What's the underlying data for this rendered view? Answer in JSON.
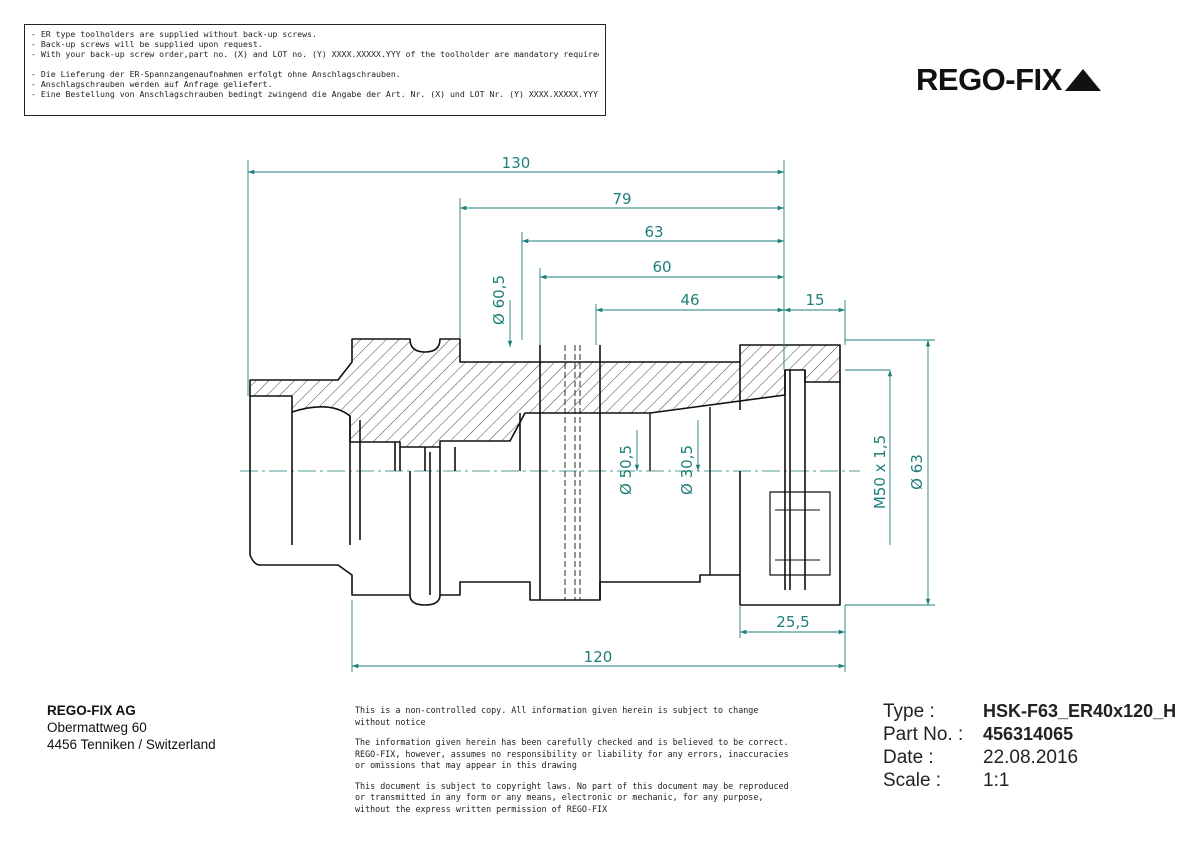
{
  "notes": {
    "en": [
      "- ER type toolholders are supplied without back-up screws.",
      "- Back-up screws will be supplied upon request.",
      "- With your back-up screw order,part no. (X) and LOT no. (Y) XXXX.XXXXX.YYY of the toolholder are mandatory required."
    ],
    "de": [
      "- Die Lieferung der ER-Spannzangenaufnahmen erfolgt ohne Anschlagschrauben.",
      "- Anschlagschrauben werden auf Anfrage geliefert.",
      "- Eine Bestellung von Anschlagschrauben bedingt zwingend die Angabe der  Art. Nr. (X) und LOT Nr. (Y) XXXX.XXXXX.YYY der Spannzangenaufnahme."
    ]
  },
  "logo": {
    "text": "REGO-FIX"
  },
  "dimensions": {
    "d130": "130",
    "d79": "79",
    "d63": "63",
    "d60": "60",
    "d46": "46",
    "d15": "15",
    "d25_5": "25,5",
    "d120": "120",
    "dia60_5": "Ø 60,5",
    "dia50_5": "Ø 50,5",
    "dia30_5": "Ø 30,5",
    "m50": "M50  x 1,5",
    "dia63": "Ø 63"
  },
  "company": {
    "name": "REGO-FIX AG",
    "street": "Obermattweg 60",
    "city": "4456 Tenniken / Switzerland"
  },
  "disclaimer": [
    "This is a non-controlled copy. All information given herein is subject to change without notice",
    "The information given herein has been carefully checked and is believed to be correct. REGO-FIX, however, assumes no responsibility or liability for any errors, inaccuracies or omissions that may appear in this drawing",
    "This document is subject to copyright laws. No part of this document may be reproduced or transmitted in any form or any means, electronic or mechanic, for any purpose, without the express written permission of REGO-FIX"
  ],
  "titleblock": {
    "type_label": "Type :",
    "type_value": "HSK-F63_ER40x120_H",
    "part_label": "Part No. :",
    "part_value": "456314065",
    "date_label": "Date :",
    "date_value": "22.08.2016",
    "scale_label": "Scale :",
    "scale_value": "1:1"
  },
  "colors": {
    "dimension": "#1e7f7a",
    "outline": "#111111"
  }
}
